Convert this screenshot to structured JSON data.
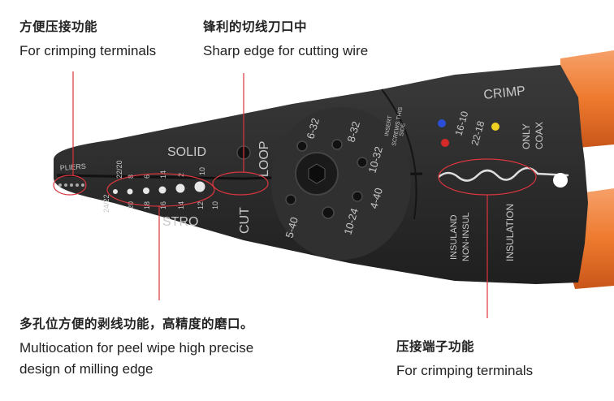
{
  "captions": {
    "crimp_left": {
      "zh": "方便压接功能",
      "en": "For crimping terminals"
    },
    "cutting_edge": {
      "zh": "锋利的切线刀口中",
      "en": "Sharp edge for cutting wire"
    },
    "stripping_holes": {
      "zh": "多孔位方便的剥线功能，高精度的磨口。",
      "en_line1": "Multiocation for peel wipe high precise",
      "en_line2": "design of milling edge"
    },
    "crimp_right": {
      "zh": "压接端子功能",
      "en": "For crimping terminals"
    }
  },
  "tool_markings": {
    "pliers": "PLIERS",
    "solid": "SOLID",
    "stro": "STRO",
    "cut": "CUT",
    "loop": "LOOP",
    "crimp": "CRIMP",
    "only_coax": [
      "ONLY",
      "COAX"
    ],
    "insert_note": [
      "INSERT",
      "SCREWS THIS",
      "SIDE"
    ],
    "insuland": "INSULAND",
    "non_insul": "NON-INSUL",
    "insulation": "INSULATION",
    "gauge_solid": [
      "22/20",
      "8",
      "6",
      "14",
      "2",
      "10"
    ],
    "gauge_stranded": [
      "24/22",
      "20",
      "18",
      "16",
      "14",
      "12",
      "10"
    ],
    "screw_sizes": [
      "6-32",
      "8-32",
      "10-32",
      "4-40",
      "10-24",
      "5-40"
    ],
    "crimp_sizes": [
      "16-10",
      "22-18"
    ]
  },
  "colors": {
    "tool_black": "#2b2b2b",
    "handle_orange": "#ee7a2e",
    "callout_red": "#d9363e",
    "dot_blue": "#2a4fd6",
    "dot_red": "#d62a2a",
    "dot_yellow": "#f0d020"
  }
}
